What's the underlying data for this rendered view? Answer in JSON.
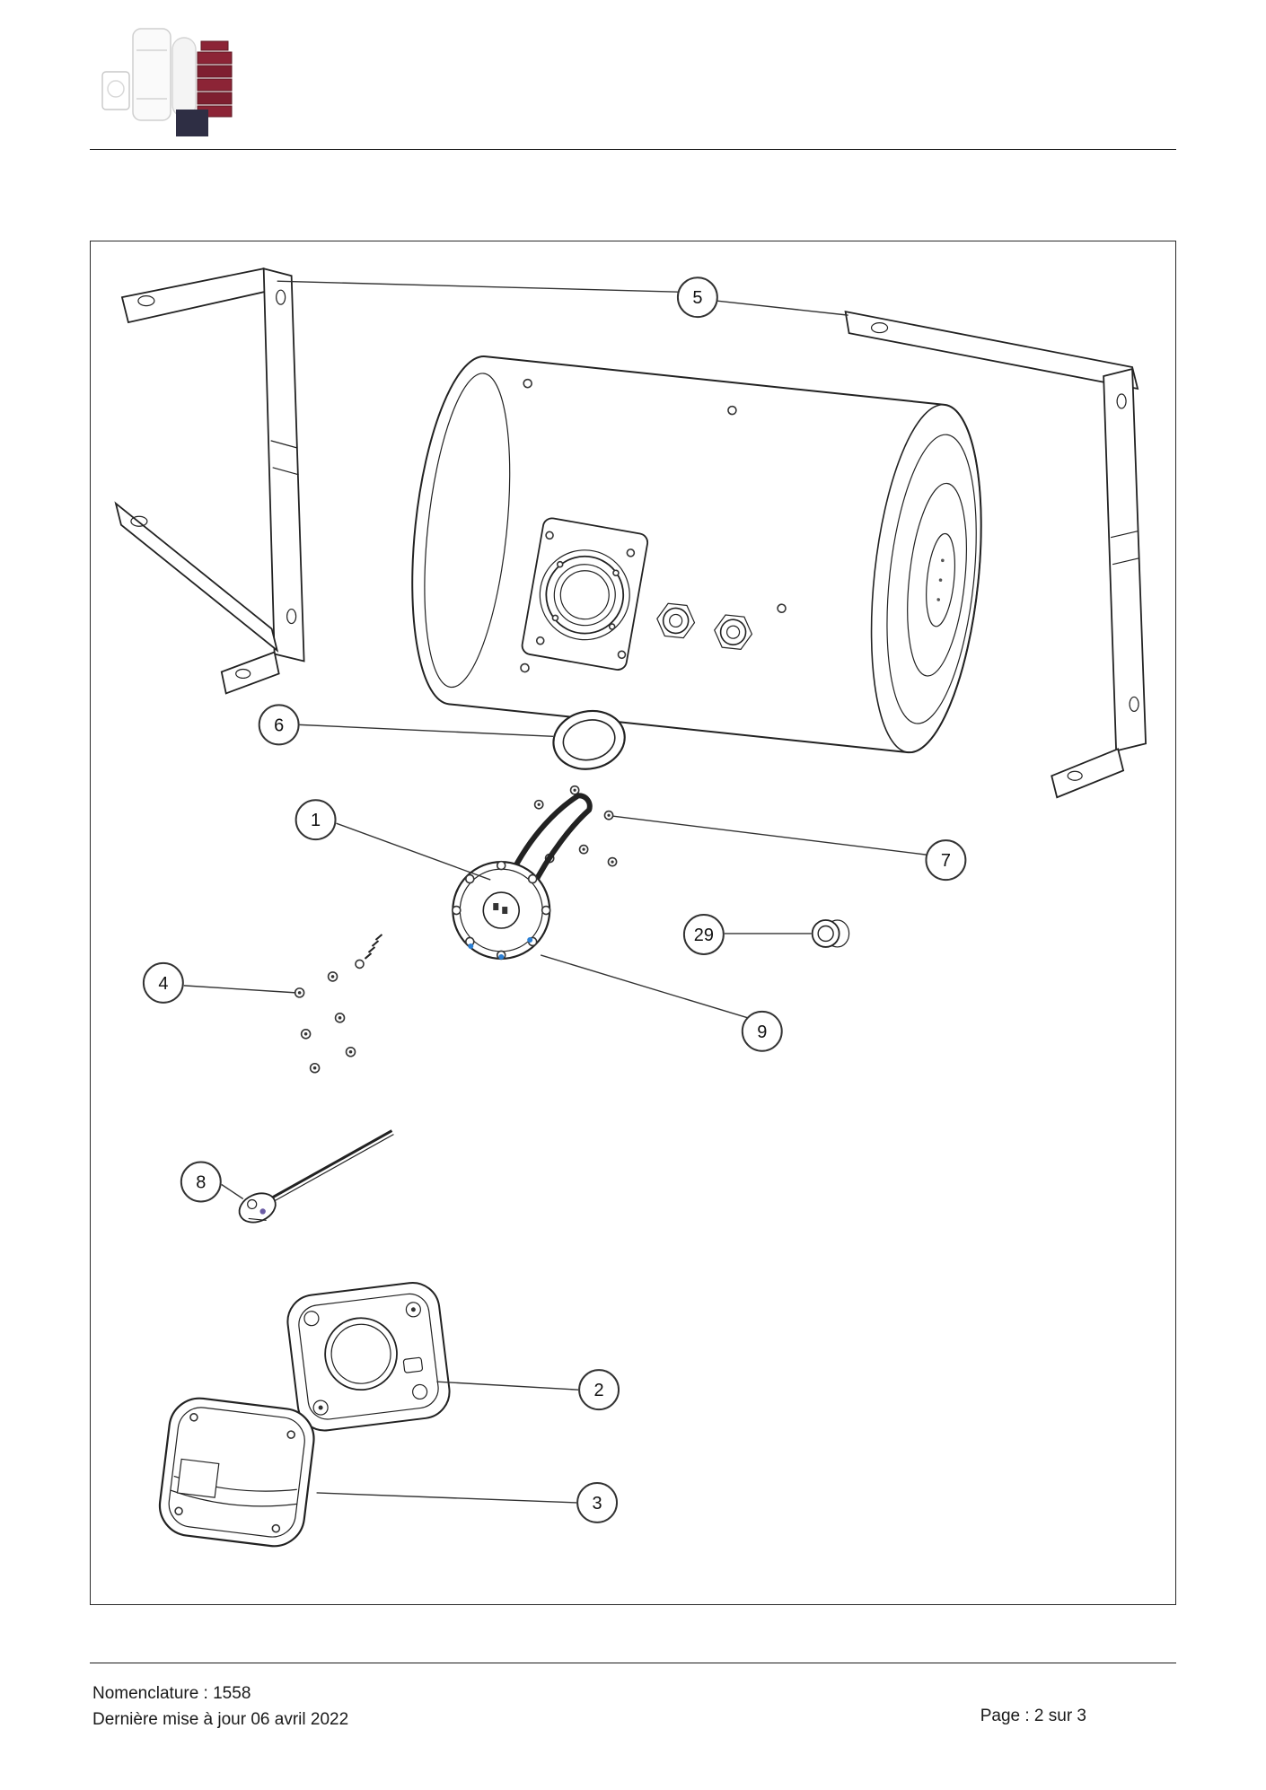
{
  "header": {
    "logo_name": "brand-logo"
  },
  "diagram": {
    "title": "exploded-view-water-heater",
    "callouts": [
      {
        "label": "5"
      },
      {
        "label": "6"
      },
      {
        "label": "1"
      },
      {
        "label": "7"
      },
      {
        "label": "29"
      },
      {
        "label": "4"
      },
      {
        "label": "9"
      },
      {
        "label": "8"
      },
      {
        "label": "2"
      },
      {
        "label": "3"
      }
    ]
  },
  "footer": {
    "nomenclature": "Nomenclature : 1558",
    "updated": "Dernière mise à jour 06 avril 2022",
    "page": "Page : 2 sur 3"
  },
  "colors": {
    "accent_maroon": "#8c2436",
    "line": "#222222",
    "blue_dot": "#2b7fd4"
  }
}
